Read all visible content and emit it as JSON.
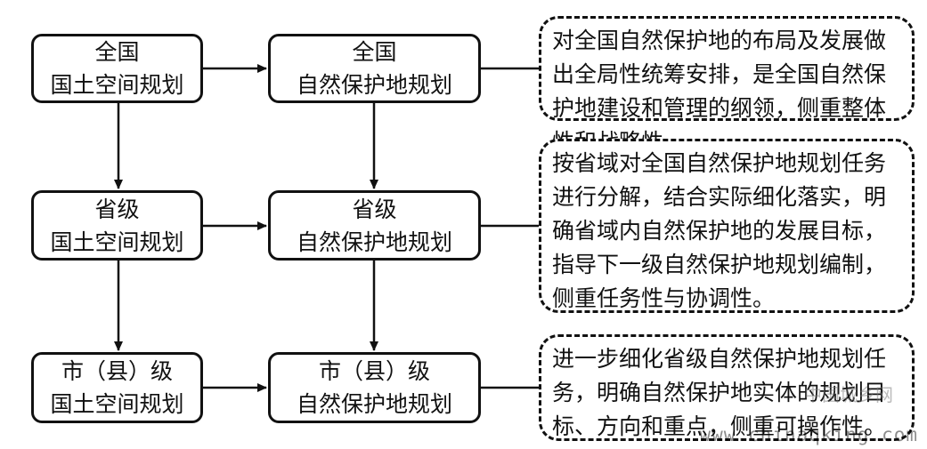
{
  "rows": [
    {
      "left_line1": "全国",
      "left_line2": "国土空间规划",
      "mid_line1": "全国",
      "mid_line2": "自然保护地规划",
      "note": "对全国自然保护地的布局及发展做出全局性统筹安排，是全国自然保护地建设和管理的纲领，侧重整体性和战略性。"
    },
    {
      "left_line1": "省级",
      "left_line2": "国土空间规划",
      "mid_line1": "省级",
      "mid_line2": "自然保护地规划",
      "note": "按省域对全国自然保护地规划任务进行分解，结合实际细化落实，明确省域内自然保护地的发展目标，指导下一级自然保护地规划编制，侧重任务性与协调性。"
    },
    {
      "left_line1": "市（县）级",
      "left_line2": "国土空间规划",
      "mid_line1": "市（县）级",
      "mid_line2": "自然保护地规划",
      "note": "进一步细化省级自然保护地规划任务，明确自然保护地实体的规划目标、方向和重点，侧重可操作性。"
    }
  ],
  "watermark": {
    "cn": "中国城乡网",
    "url": "www.chinaqking.com"
  }
}
